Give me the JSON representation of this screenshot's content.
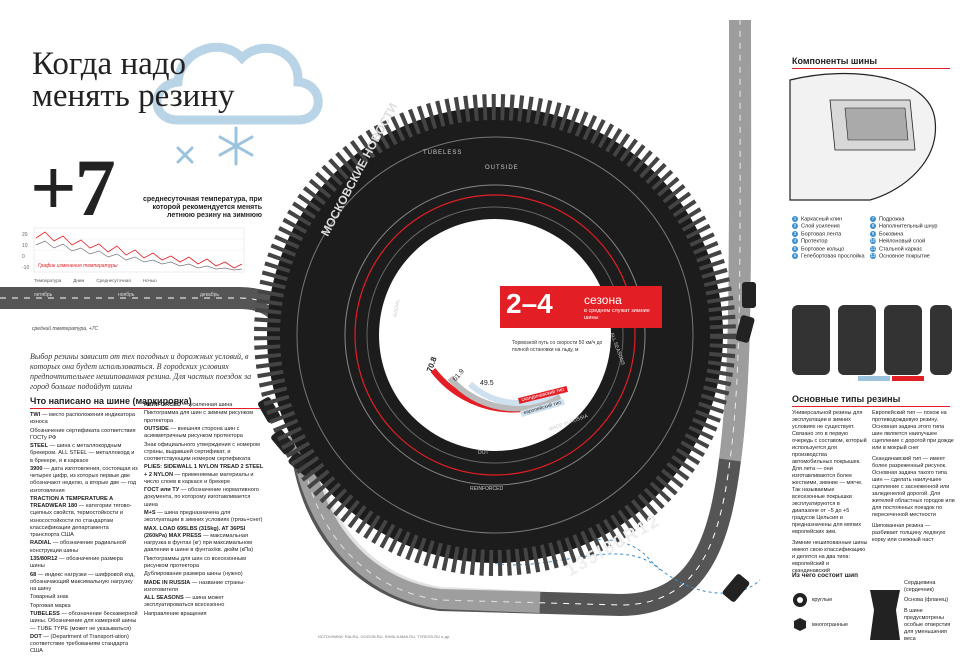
{
  "title": {
    "line1": "Когда надо",
    "line2": "менять резину"
  },
  "temperature": {
    "value": "+7",
    "caption": "среднесуточная температура, при которой рекомендуется менять летнюю резину на зимнюю"
  },
  "mini_chart": {
    "legend": "График изменения температуры",
    "y_ticks": [
      "20",
      "10",
      "0",
      "-10"
    ],
    "series_labels": [
      "Температура",
      "Днем",
      "Среднесуточная",
      "Ночью"
    ]
  },
  "road_labels": {
    "oct": "октябрь",
    "nov": "ноябрь",
    "dec": "декабрь",
    "avg": "средний температура, +7С"
  },
  "intro": "Выбор резины зависит от тех погодных и дорожных условий, в которых она будет использоваться. В городских условиях предпочтительнее нешипованная резина. Для частых поездок за город больше подойдут шины",
  "marking_title": "Что написано на шине (маркировка)",
  "marking_left": [
    {
      "k": "TWI",
      "t": " — место расположения индикатора износа"
    },
    {
      "k": "",
      "t": "Обозначение сертификата соответствия ГОСТу РФ"
    },
    {
      "k": "STEEL",
      "t": " — шина с металлокордным брекером. ALL STEEL — металлокорд и в брекере, и в каркасе"
    },
    {
      "k": "3900",
      "t": " — дата изготовления, состоящая из четырех цифр, из которых первые две обозначают неделю, а вторые две — год изготовления"
    },
    {
      "k": "TRACTION A TEMPERATURE A TREADWEAR 180",
      "t": " — категории тягово-сцепных свойств, термостойкости и износостойкости по стандартам классификации департамента транспорта США"
    },
    {
      "k": "RADIAL",
      "t": " — обозначение радиальной конструкции шины"
    },
    {
      "k": "135/80R12",
      "t": " — обозначение размера шины"
    },
    {
      "k": "68",
      "t": " — индекс нагрузки — шифровой код, обозначающий максимальную нагрузку на шину"
    },
    {
      "k": "",
      "t": "Товарный знак"
    },
    {
      "k": "",
      "t": "Торговая марка"
    },
    {
      "k": "TUBELESS",
      "t": " — обозначение бескамерной шины. Обозначение для камерной шины — TUBE TYPE (может не указываться)"
    },
    {
      "k": "DOT",
      "t": " — (Department of Transport-ation) соответствие требованиям стандарта США"
    }
  ],
  "marking_right": [
    {
      "k": "REINFORCED",
      "t": " — усиленная шина"
    },
    {
      "k": "",
      "t": "Пиктограмма для шин с зимним рисунком протектора"
    },
    {
      "k": "OUTSIDE",
      "t": " — внешняя сторона шин с асимметричным рисунком протектора"
    },
    {
      "k": "",
      "t": "Знак официального утверждения с номером страны, выдавшей сертификат, и соответствующим номером сертификата"
    },
    {
      "k": "PLIES: SIDEWALL 1 NYLON TREAD 2 STEEL + 2 NYLON",
      "t": " — применяемые материалы и число слоев в каркасе и брекере"
    },
    {
      "k": "ГОСТ или ТУ",
      "t": " — обозначение нормативного документа, по которому изготавливается шина"
    },
    {
      "k": "M+S",
      "t": " — шина предназначена для эксплуатации в зимних условиях (грязь+снег)"
    },
    {
      "k": "MAX. LOAD 695LBS (315kg). AT 36PSI (260kPa) MAX PRESS",
      "t": " — максимальная нагрузка в фунтах (кг) при максимальном давлении в шине в фунтах/кв. дюйм (кПа)"
    },
    {
      "k": "",
      "t": "Пиктограммы для шин со всесезонным рисунком протектора"
    },
    {
      "k": "",
      "t": "Дублирование размера шины (нужно)"
    },
    {
      "k": "MADE IN RUSSIA",
      "t": " — название страны-изготовителя"
    },
    {
      "k": "ALL SEASONS",
      "t": " — шина может эксплуатироваться всесезонно"
    },
    {
      "k": "",
      "t": "Направление вращения"
    }
  ],
  "seasons": {
    "main": "2–4",
    "word": "сезона",
    "sub": "в среднем служат зимние шины"
  },
  "braking": {
    "caption": "Тормозной путь со скорости 50 км/ч до полной остановки на льду, м",
    "values": [
      70.8,
      61.9,
      49.5
    ],
    "labels": [
      "скандинавский тип",
      "европейский тип"
    ]
  },
  "tire": {
    "size": "135/80R12",
    "brand": "МОСКОВСКИЕ НОВОСТИ",
    "tubeless": "TUBELESS",
    "outside": "OUTSIDE",
    "all_season": "ALL SEASONS",
    "radial": "RADIAL",
    "dot": "DOT",
    "made": "MADE IN RUSSIA",
    "reinforced": "REINFORCED"
  },
  "components": {
    "title": "Компоненты шины",
    "left": [
      "Каркасный клин",
      "Слой усиления",
      "Бортовая лента",
      "Протектор",
      "Бортовое кольцо",
      "Гелебортовая прослойка"
    ],
    "right": [
      "Подрожка",
      "Наполнительный шнур",
      "Боковина",
      "Нейлоновый слой",
      "Стальной каркас",
      "Основное покрытие"
    ]
  },
  "types": {
    "title": "Основные типы резины",
    "col1": "Универсальной резины для эксплуатации в зимних условиях не существует. Связано это в первую очередь с составом, который используется для производства автомобильных покрышек. Для лета — они изготавливаются более жесткими, зимние — мягче. Так называемые всесезонные покрышки эксплуатируются в диапазоне от −5 до +5 градусов Цельсия и предназначены для мягких европейских зим.",
    "col1b": "Зимние нешипованные шины имеют свою классификацию и делятся на два типа: европейский и скандинавский",
    "col2": "Европейский тип — похож на противодождевую резину. Основная задача этого типа шин является наилучшее сцепление с дорогой при дожде или в мокрый снег",
    "col2b": "Скандинавский тип — имеет более разреженный рисунок. Основная задача такого типа шин — сделать наилучшее сцепление с заснеженной или заледенелой дорогой. Для жителей областных городов или для постоянных поездок по пересеченной местности",
    "col2c": "Шипованная резина — разбивает толщину ледяную корку или снежный наст"
  },
  "studs": {
    "title": "Из чего состоит шип",
    "kinds": [
      "круглые",
      "многогранные"
    ],
    "parts": [
      "Сердцевина (сердечник)",
      "Основа (фланец)"
    ],
    "note": "В шине предусмотрены особые отверстия для уменьшения веса"
  },
  "source": "ИСТОЧНИКИ: RIA.RU, GOGOB.RU, SHINI-KAMA.RU, TYRESS.RU и др."
}
